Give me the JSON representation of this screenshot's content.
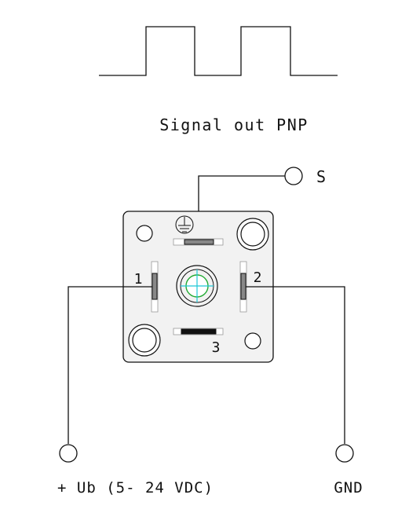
{
  "diagram": {
    "title": "Signal out PNP",
    "terminals": {
      "signal": "S",
      "supply": "+ Ub (5- 24 VDC)",
      "ground": "GND"
    },
    "pins": {
      "pin1": "1",
      "pin2": "2",
      "pin3": "3"
    },
    "colors": {
      "line": "#111111",
      "housing": "#f2f2f2",
      "slot_fill": "#888888",
      "slot3_fill": "#111111",
      "crosshair": "#1ec8d8",
      "crosshair_ring": "#22aa33"
    }
  }
}
